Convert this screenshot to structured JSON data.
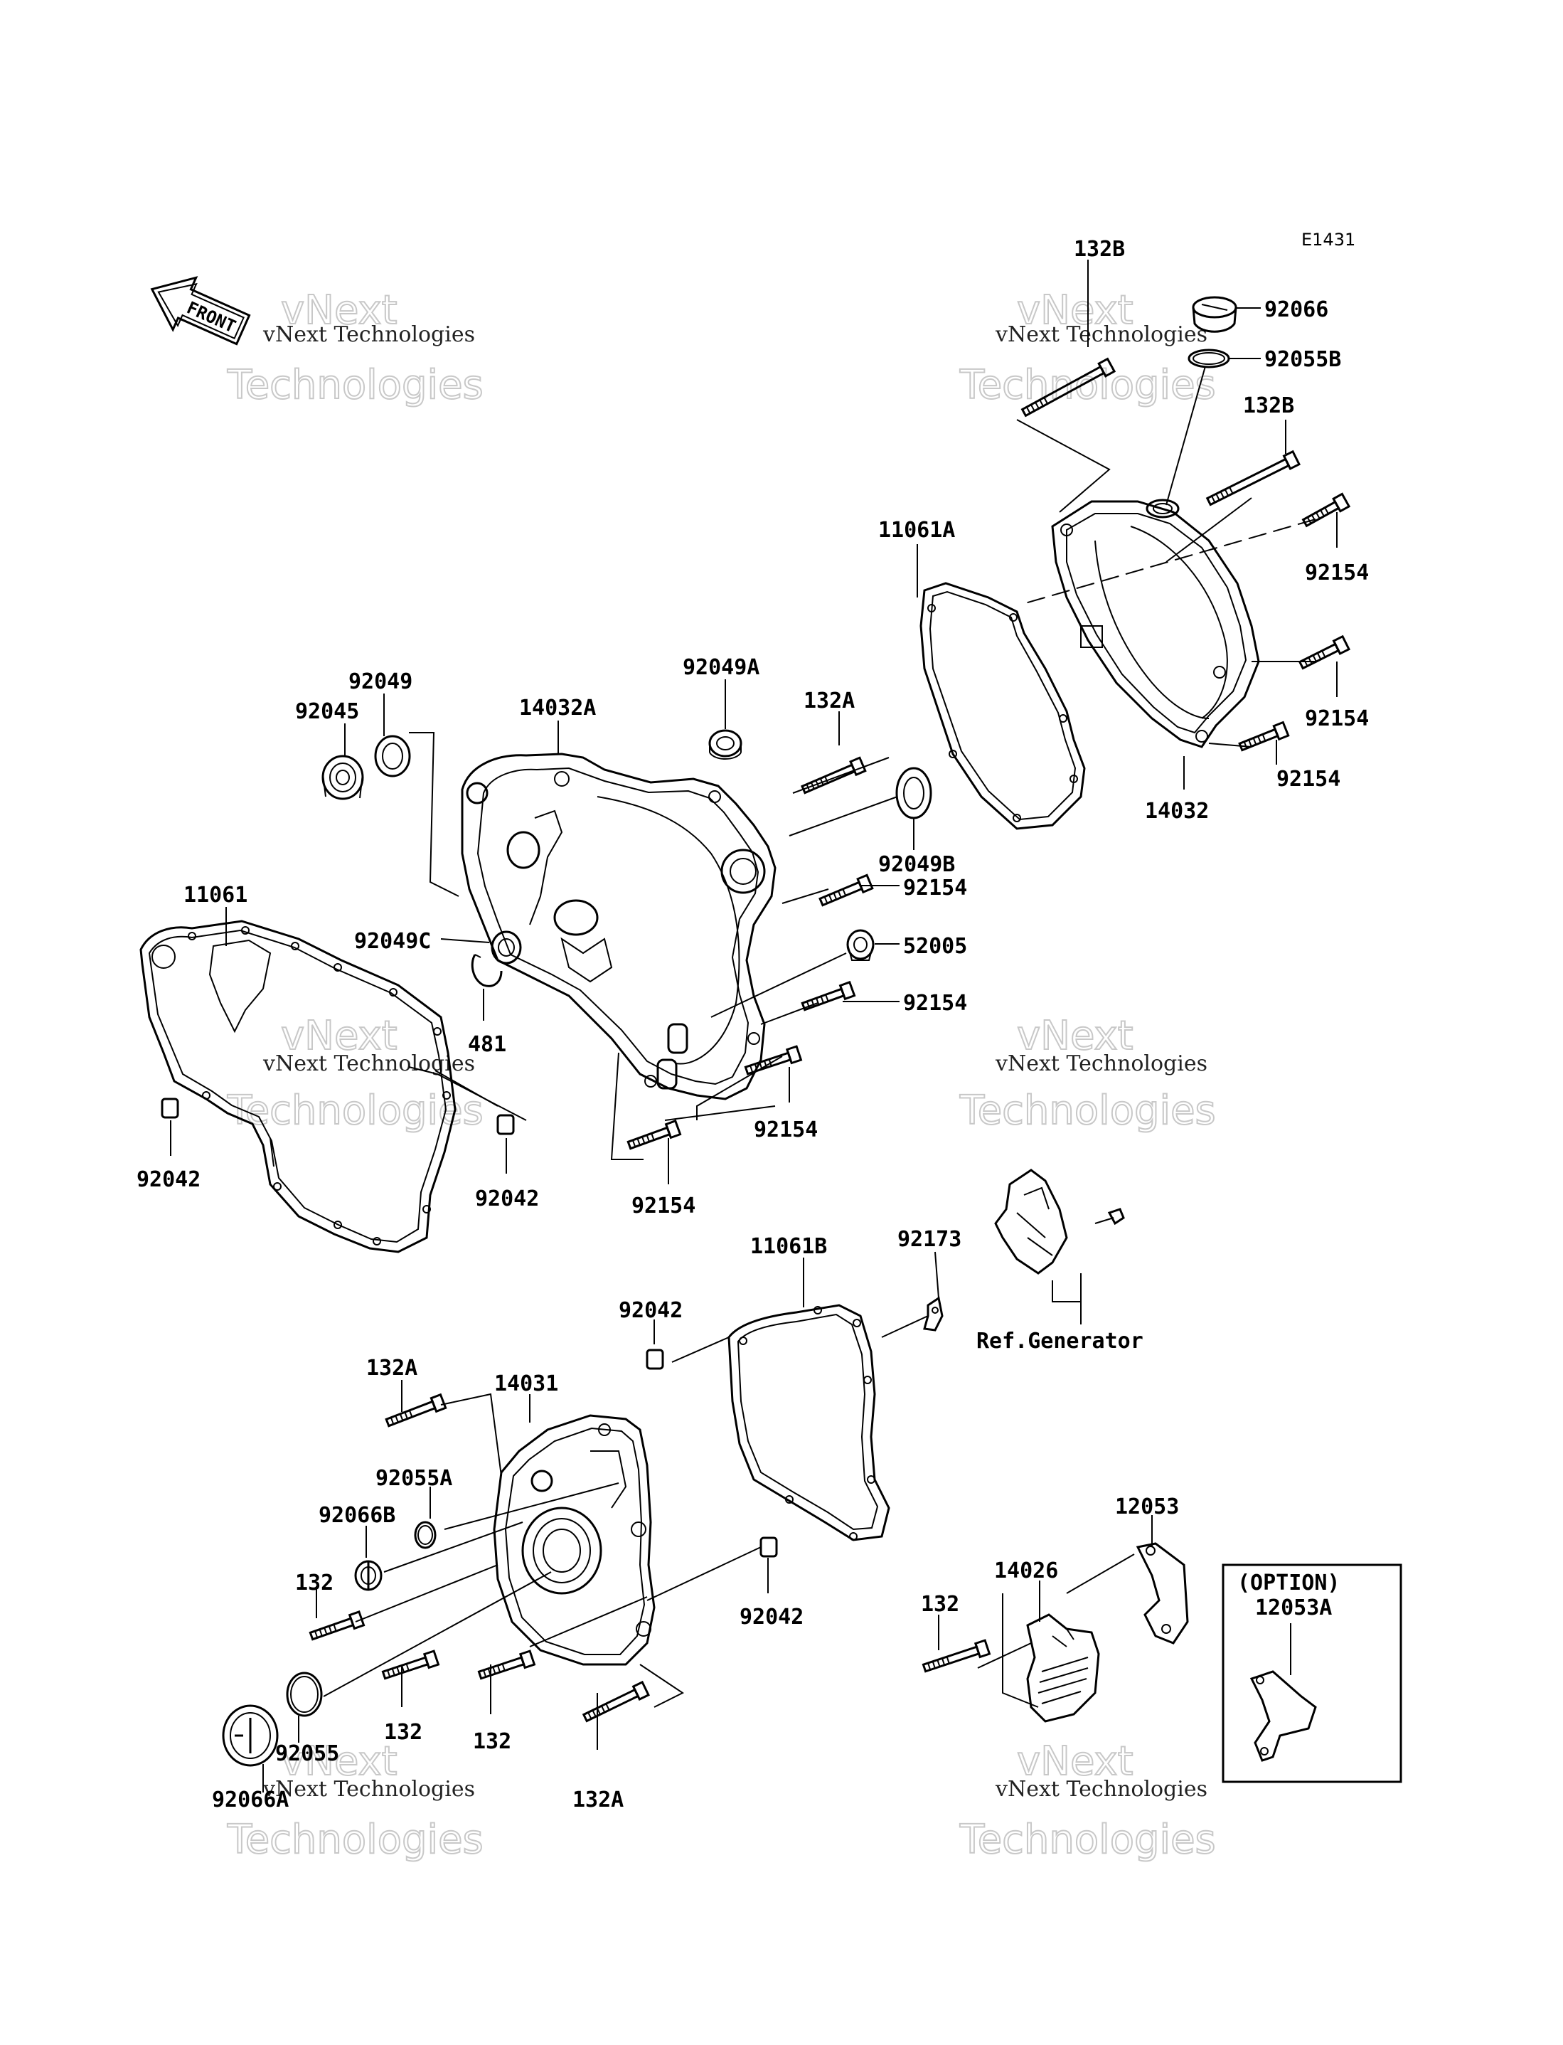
{
  "diagram_code": "E1431",
  "front_label": "FRONT",
  "reference_label": "Ref.Generator",
  "option_label": "(OPTION)",
  "watermark": {
    "line1": "vNext Technologies",
    "line2": "vNext",
    "line3": "Technologies"
  },
  "labels": [
    "132B",
    "92066",
    "92055B",
    "132B",
    "11061A",
    "92154",
    "92154",
    "92154",
    "14032",
    "92049",
    "92045",
    "14032A",
    "92049A",
    "132A",
    "92049B",
    "92154",
    "52005",
    "92154",
    "11061",
    "92049C",
    "481",
    "92042",
    "92042",
    "92154",
    "92154",
    "92173",
    "11061B",
    "92042",
    "132A",
    "14031",
    "92055A",
    "92066B",
    "132",
    "92042",
    "12053",
    "14026",
    "12053A",
    "132",
    "132",
    "132",
    "92055",
    "92066A",
    "132A"
  ]
}
